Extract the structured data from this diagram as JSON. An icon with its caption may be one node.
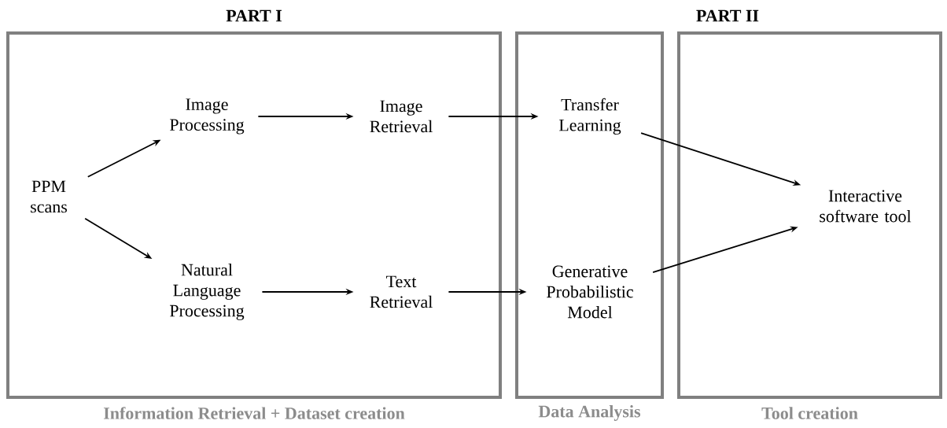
{
  "diagram": {
    "nodes": [
      {
        "text": [
          "PART I",
          "Information Retrieval + Dataset creation"
        ]
      },
      {
        "text": [
          "Data Analysis"
        ]
      },
      {
        "text": [
          "Tool creation"
        ]
      },
      {
        "text": [
          "PPM scans"
        ],
        "in": 0
      },
      {
        "text": [
          "Image Processing"
        ],
        "in": 0
      },
      {
        "text": [
          "Natural Language Processing"
        ],
        "in": 0
      },
      {
        "text": [
          "Image Retrieval"
        ],
        "in": 0
      },
      {
        "text": [
          "Text Retrieval"
        ],
        "in": 0
      },
      {
        "text": [
          "Transfer Learning"
        ],
        "in": 1
      },
      {
        "text": [
          "Generative Probabilistic Model"
        ],
        "in": 1
      },
      {
        "text": [
          "Interactive software tool"
        ],
        "in": 2
      }
    ],
    "edges": [
      {
        "from": 3,
        "to": 4,
        "arrow": "to"
      },
      {
        "from": 3,
        "to": 5,
        "arrow": "to"
      },
      {
        "from": 4,
        "to": 6,
        "arrow": "to"
      },
      {
        "from": 5,
        "to": 7,
        "arrow": "to"
      },
      {
        "from": 6,
        "to": 8,
        "arrow": "to"
      },
      {
        "from": 7,
        "to": 9,
        "arrow": "to"
      },
      {
        "from": 8,
        "to": 10,
        "arrow": "to"
      },
      {
        "from": 9,
        "to": 10,
        "arrow": "to"
      }
    ],
    "labels": [
      "PART II"
    ]
  }
}
